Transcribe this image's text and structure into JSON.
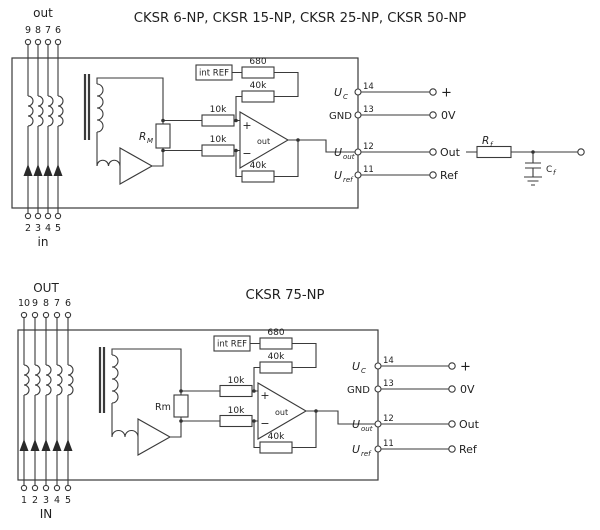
{
  "colors": {
    "ink": "#3a3a3a",
    "background": "#ffffff"
  },
  "top": {
    "title": "CKSR 6-NP, CKSR 15-NP, CKSR 25-NP, CKSR 50-NP",
    "out_label": "out",
    "in_label": "in",
    "out_pins": [
      "9",
      "8",
      "7",
      "6"
    ],
    "in_pins": [
      "2",
      "3",
      "4",
      "5"
    ],
    "int_ref": "int REF",
    "r_top": "680",
    "r_mid": "40k",
    "r_in1": "10k",
    "r_in2": "10k",
    "r_fb": "40k",
    "rm_main": "R",
    "rm_sub": "M",
    "opamp": {
      "plus": "+",
      "minus": "−",
      "out": "out"
    },
    "pins": [
      {
        "label": "U",
        "sub": "C",
        "num": "14",
        "terminal": "+"
      },
      {
        "label": "GND",
        "sub": "",
        "num": "13",
        "terminal": "0V"
      },
      {
        "label": "U",
        "sub": "out",
        "num": "12",
        "terminal": "Out"
      },
      {
        "label": "U",
        "sub": "ref",
        "num": "11",
        "terminal": "Ref"
      }
    ],
    "filter": {
      "rf_main": "R",
      "rf_sub": "f",
      "cf_main": "C",
      "cf_sub": "f"
    }
  },
  "bottom": {
    "title": "CKSR 75-NP",
    "out_label": "OUT",
    "in_label": "IN",
    "out_pins": [
      "10",
      "9",
      "8",
      "7",
      "6"
    ],
    "in_pins": [
      "1",
      "2",
      "3",
      "4",
      "5"
    ],
    "int_ref": "int REF",
    "r_top": "680",
    "r_mid": "40k",
    "r_in1": "10k",
    "r_in2": "10k",
    "r_fb": "40k",
    "rm_main": "Rm",
    "opamp": {
      "plus": "+",
      "minus": "−",
      "out": "out"
    },
    "pins": [
      {
        "label": "U",
        "sub": "C",
        "num": "14",
        "terminal": "+"
      },
      {
        "label": "GND",
        "sub": "",
        "num": "13",
        "terminal": "0V"
      },
      {
        "label": "U",
        "sub": "out",
        "num": "12",
        "terminal": "Out"
      },
      {
        "label": "U",
        "sub": "ref",
        "num": "11",
        "terminal": "Ref"
      }
    ]
  }
}
